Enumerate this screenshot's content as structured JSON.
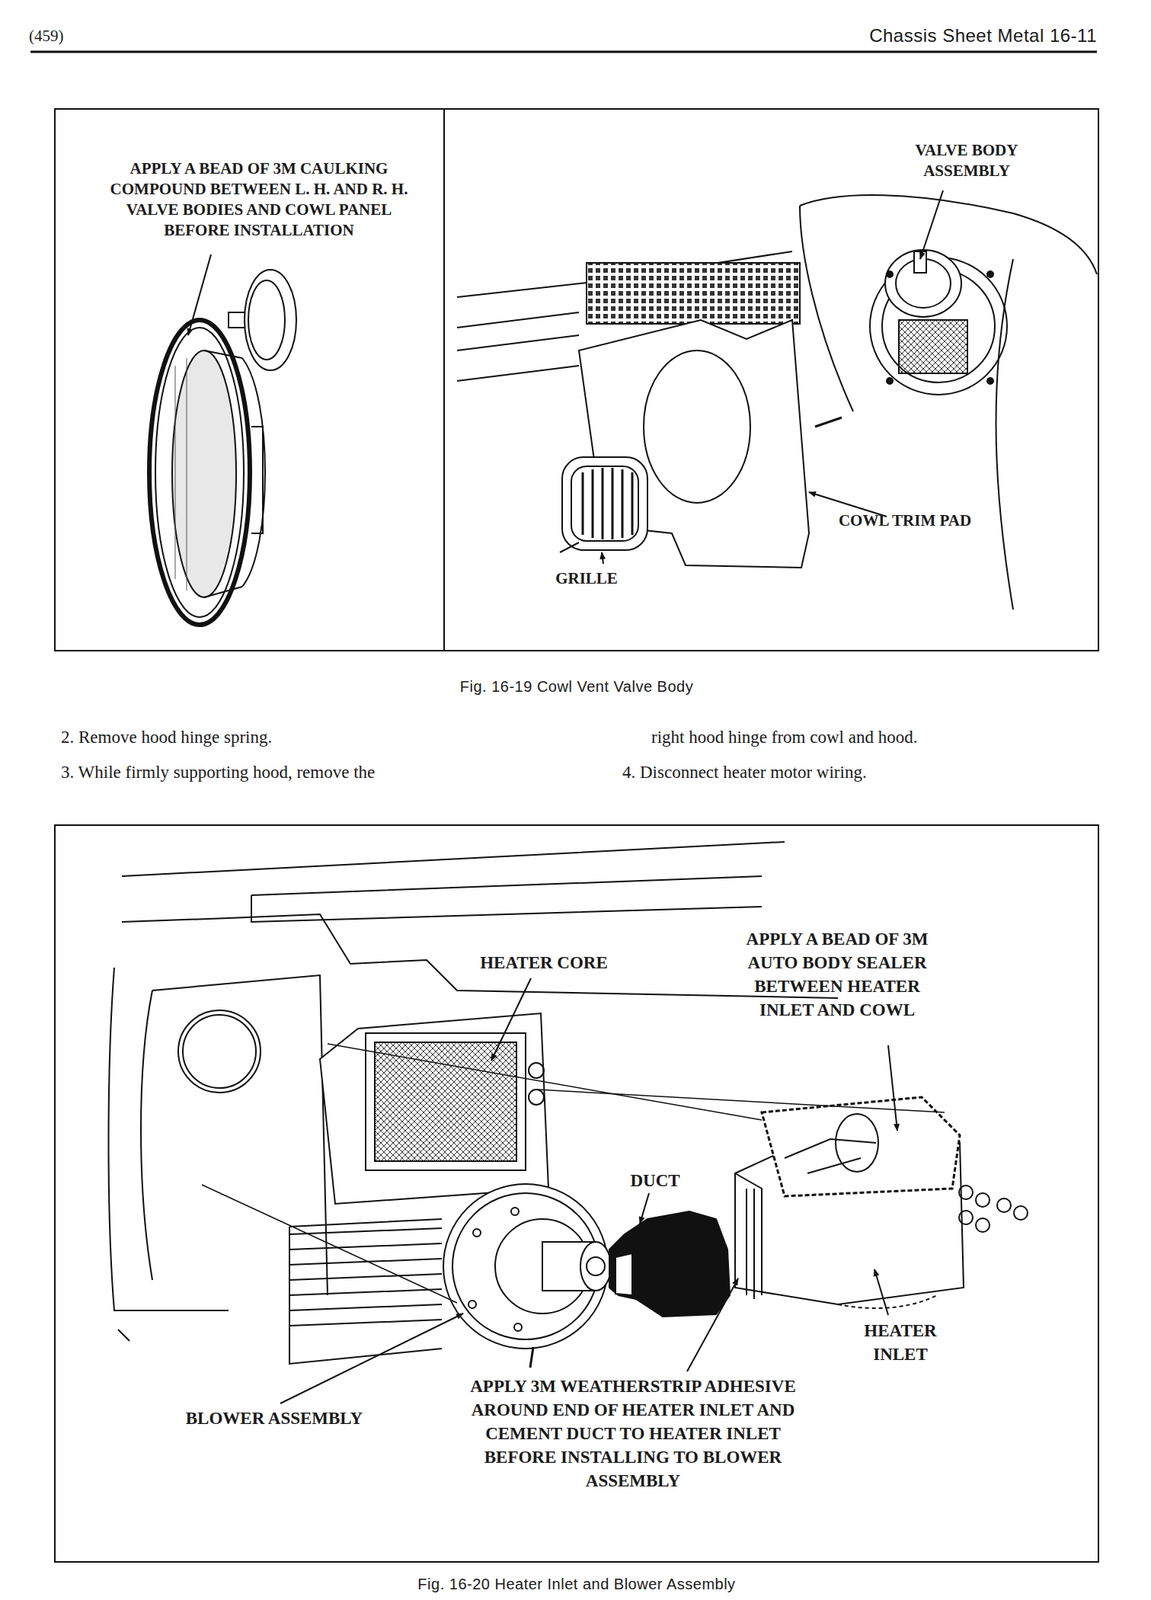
{
  "diagram": {
    "labels": [
      "(459)",
      "Chassis Sheet Metal 16-11",
      "APPLY A BEAD OF 3M CAULKING COMPOUND BETWEEN L. H. AND R. H. VALVE BODIES AND COWL PANEL BEFORE INSTALLATION",
      "VALVE BODY ASSEMBLY",
      "COWL TRIM PAD",
      "GRILLE",
      "Fig. 16-19 Cowl Vent Valve Body",
      "2. Remove hood hinge spring.",
      "3. While firmly supporting hood, remove the",
      "right hood hinge from cowl and hood.",
      "4. Disconnect heater motor wiring.",
      "HEATER CORE",
      "APPLY A BEAD OF 3M AUTO BODY SEALER BETWEEN HEATER INLET AND COWL",
      "DUCT",
      "APPLY 3M WEATHERSTRIP ADHESIVE AROUND END OF HEATER INLET AND CEMENT DUCT TO HEATER INLET BEFORE INSTALLING TO BLOWER ASSEMBLY",
      "HEATER INLET",
      "BLOWER ASSEMBLY",
      "Fig. 16-20 Heater Inlet and Blower Assembly"
    ]
  }
}
